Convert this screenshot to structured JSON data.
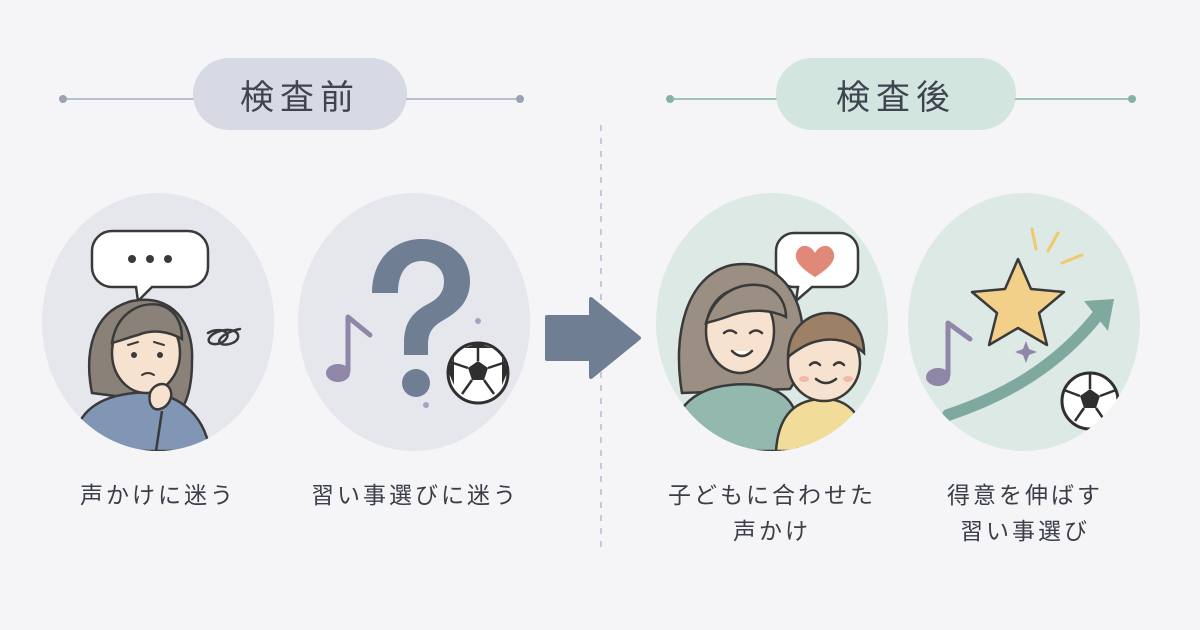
{
  "sections": {
    "before": {
      "label": "検査前",
      "items": [
        {
          "caption": "声かけに迷う"
        },
        {
          "caption": "習い事選びに迷う"
        }
      ]
    },
    "after": {
      "label": "検査後",
      "items": [
        {
          "caption_line1": "子どもに合わせた",
          "caption_line2": "声かけ"
        },
        {
          "caption_line1": "得意を伸ばす",
          "caption_line2": "習い事選び"
        }
      ]
    }
  },
  "colors": {
    "before_pill": "#d7dae4",
    "after_pill": "#d2e5de",
    "arrow": "#6f7e93",
    "star": "#f2d08a",
    "heart": "#e08978",
    "growth_arrow": "#7fa99e"
  }
}
